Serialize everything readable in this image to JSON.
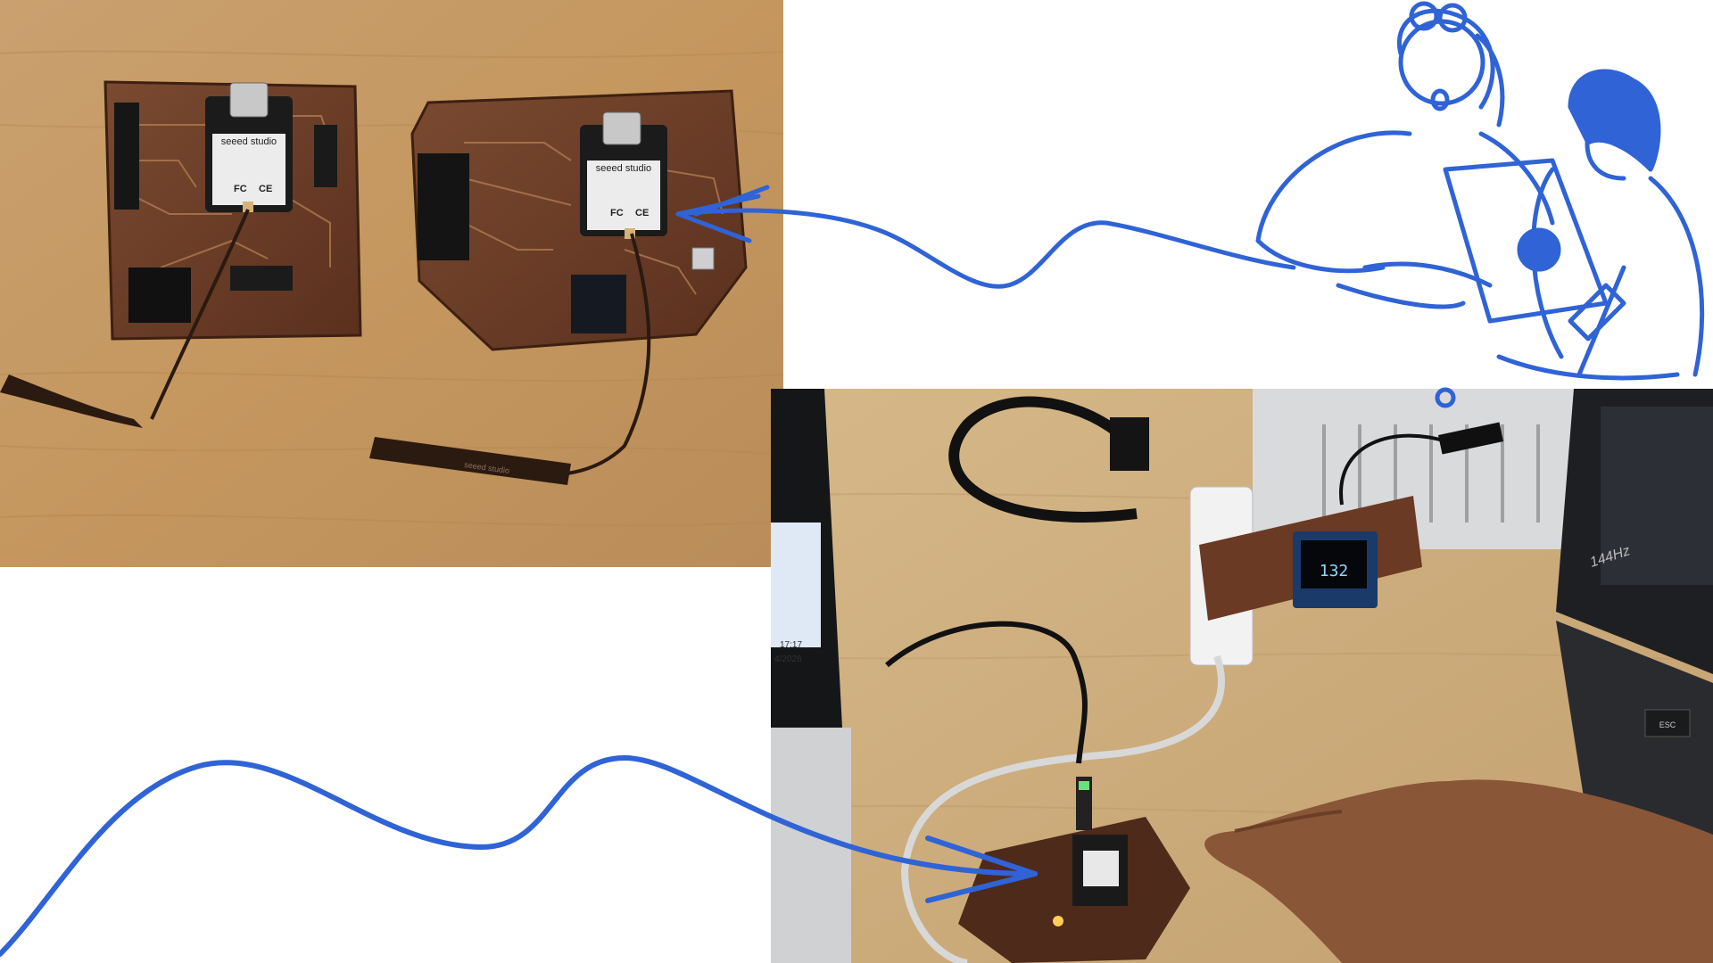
{
  "photo_top": {
    "module_left": {
      "brand": "seeed studio",
      "fc": "FC",
      "ce": "CE"
    },
    "module_right": {
      "brand": "seeed studio",
      "fc": "FC",
      "ce": "CE"
    },
    "antenna_text": "seeed studio"
  },
  "photo_bottom": {
    "oled_value": "132",
    "esc_key": "ESC",
    "laptop_model": "144Hz",
    "tray_time": "17:17",
    "tray_date": "4/2026"
  },
  "colors": {
    "wood": "#c79a68",
    "copper": "#6a3a24",
    "ink_blue": "#2f63d6",
    "oled_text": "#8fd8ff"
  }
}
